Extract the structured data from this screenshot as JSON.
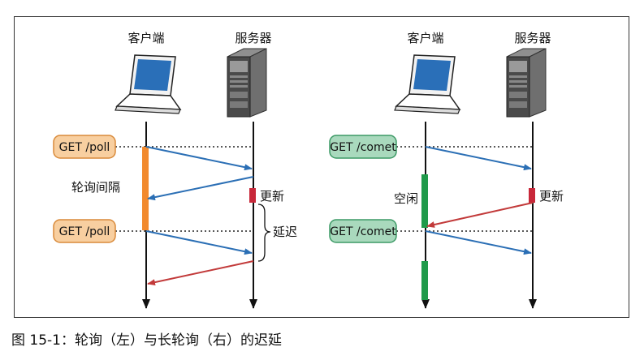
{
  "colors": {
    "poll_tag_fill": "#f8cfa0",
    "poll_tag_stroke": "#d98a3a",
    "comet_tag_fill": "#a9d9bd",
    "comet_tag_stroke": "#3d9a66",
    "request_arrow": "#2b6fb5",
    "response_arrow": "#c23a3a",
    "poll_interval_bar": "#f28a2e",
    "idle_bar": "#1f9a4a",
    "update_marker": "#c8283a",
    "laptop_screen": "#2a6fb8"
  },
  "left": {
    "client_label": "客户端",
    "server_label": "服务器",
    "request_1": "GET /poll",
    "request_2": "GET /poll",
    "interval_label": "轮询间隔",
    "update_label": "更新",
    "delay_label": "延迟"
  },
  "right": {
    "client_label": "客户端",
    "server_label": "服务器",
    "request_1": "GET /comet",
    "request_2": "GET /comet",
    "idle_label": "空闲",
    "update_label": "更新"
  },
  "caption": "图 15-1：轮询（左）与长轮询（右）的迟延"
}
